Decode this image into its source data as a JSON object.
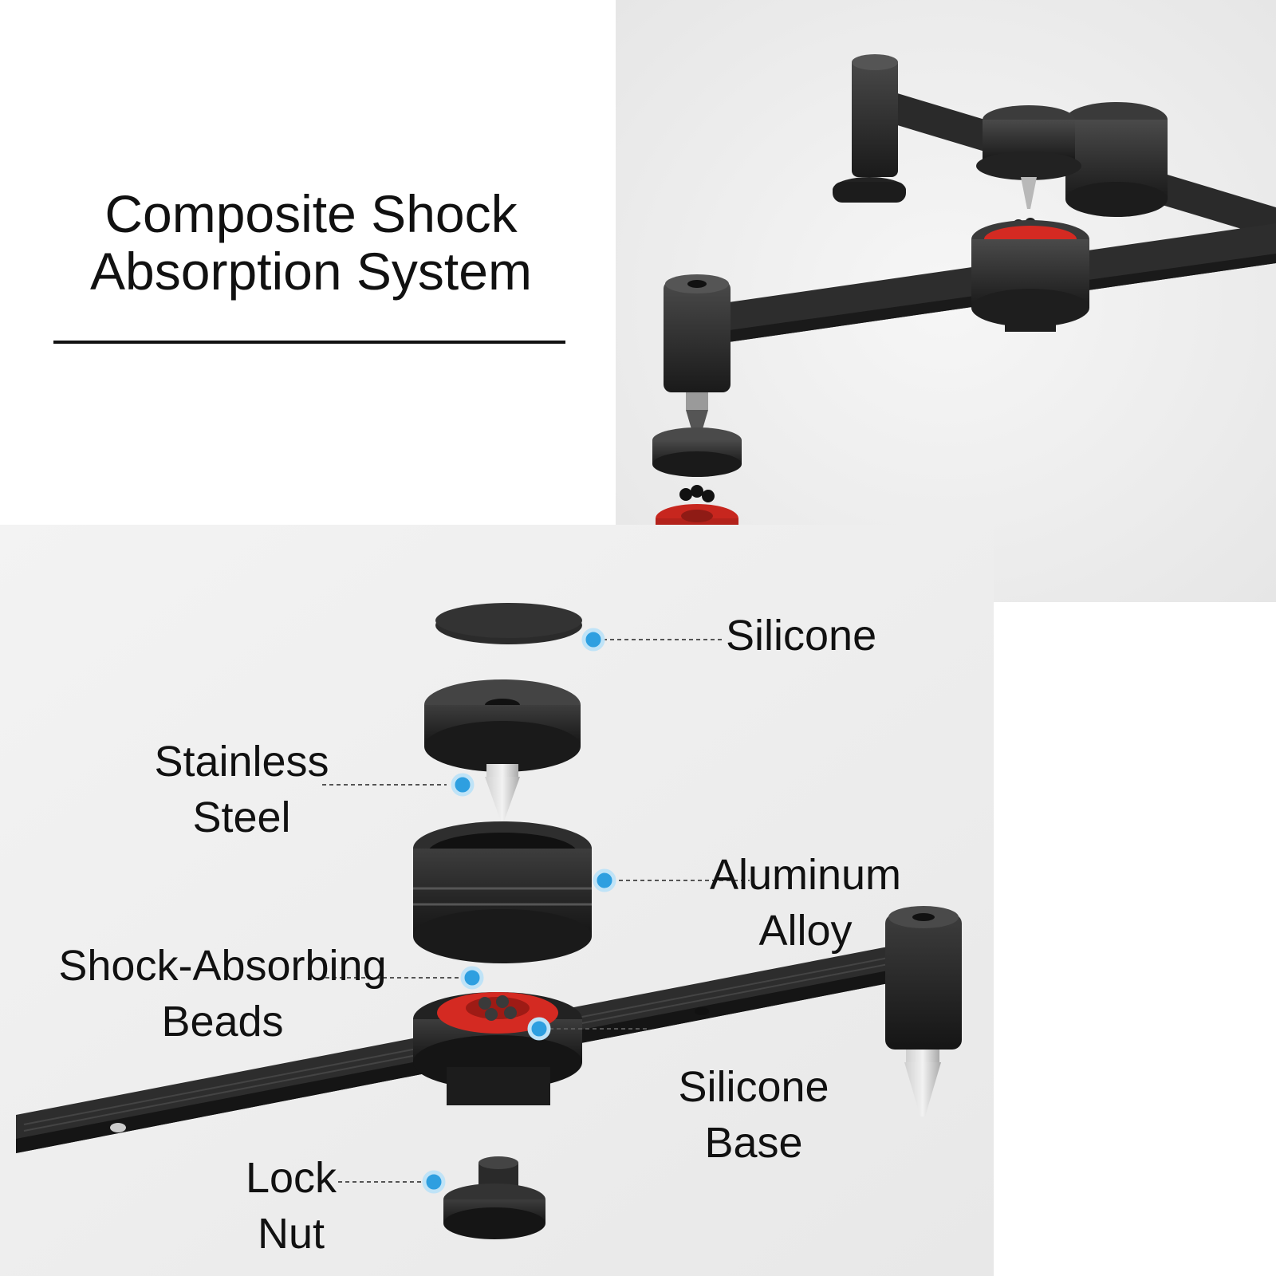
{
  "title": {
    "line1": "Composite Shock",
    "line2": "Absorption System"
  },
  "labels": {
    "silicone": "Silicone",
    "stainless": {
      "line1": "Stainless",
      "line2": "Steel"
    },
    "aluminum": {
      "line1": "Aluminum",
      "line2": "Alloy"
    },
    "beads": {
      "line1": "Shock-Absorbing",
      "line2": "Beads"
    },
    "silicone_base": {
      "line1": "Silicone",
      "line2": "Base"
    },
    "lock_nut": {
      "line1": "Lock",
      "line2": "Nut"
    }
  },
  "colors": {
    "callout_dot": "#2e9fe0",
    "silicone_red": "#d42a22",
    "metal_dark": "#2b2b2b"
  }
}
